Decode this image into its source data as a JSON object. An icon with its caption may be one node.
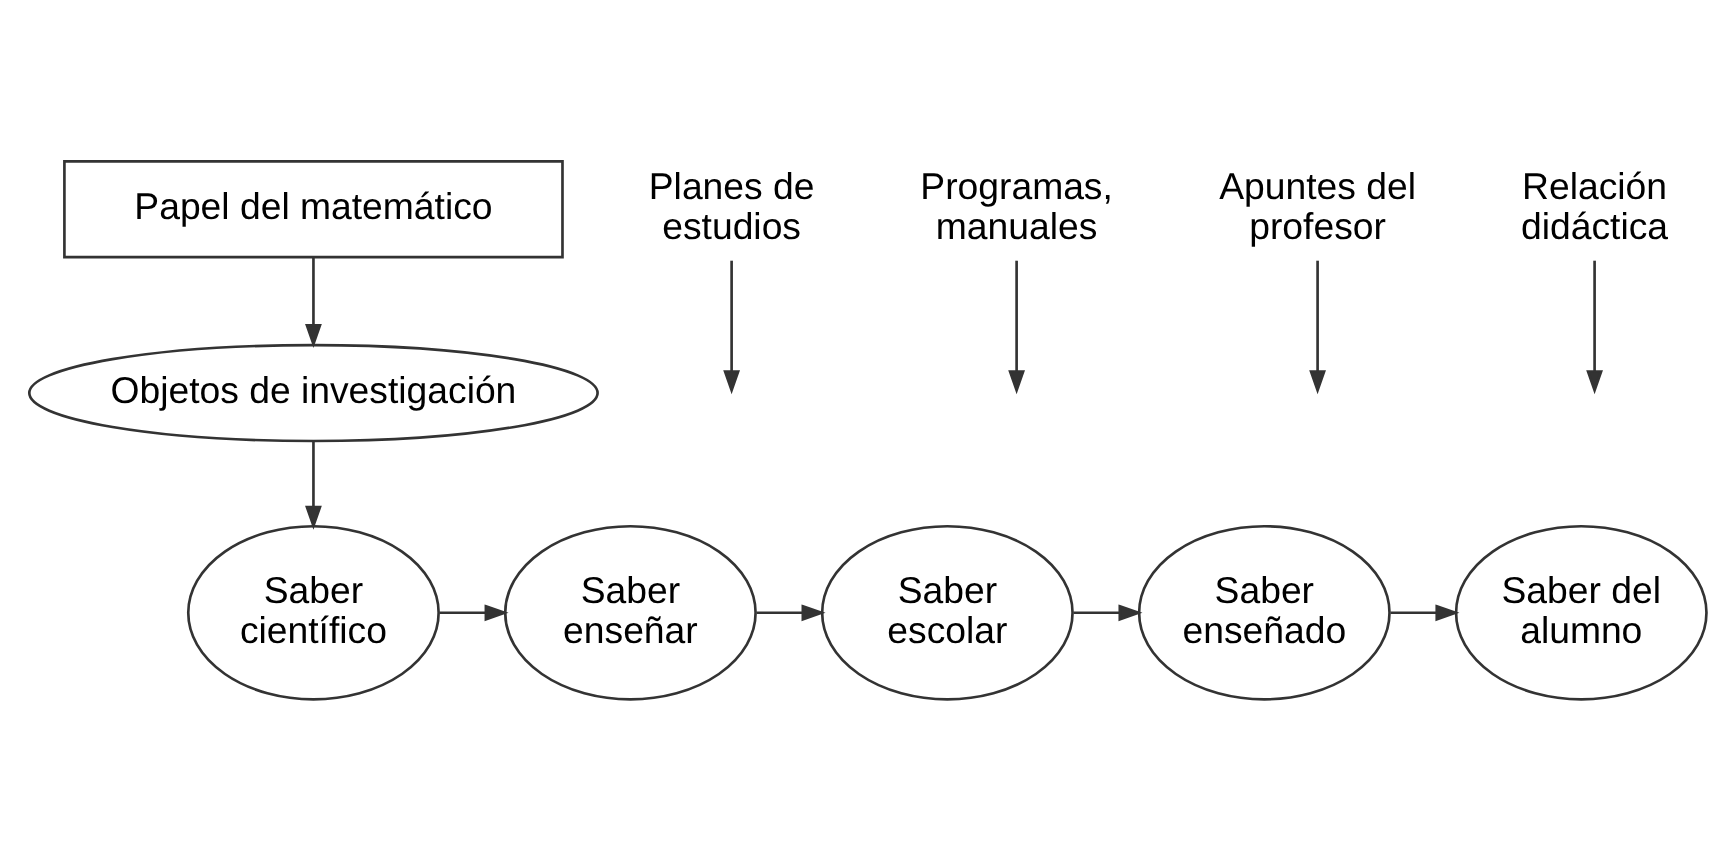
{
  "diagram": {
    "nodes": [
      {
        "text": [
          "Papel del matemático"
        ]
      },
      {
        "text": [
          "Objetos de investigación"
        ]
      },
      {
        "text": [
          "Saber científico"
        ]
      },
      {
        "text": [
          "Saber enseñar"
        ]
      },
      {
        "text": [
          "Saber escolar"
        ]
      },
      {
        "text": [
          "Saber enseñado"
        ]
      },
      {
        "text": [
          "Saber del alumno"
        ]
      },
      {
        "text": [
          "Planes de estudios"
        ]
      },
      {
        "text": [
          "Programas, manuales"
        ]
      },
      {
        "text": [
          "Apuntes del profesor"
        ]
      },
      {
        "text": [
          "Relación didáctica"
        ]
      }
    ],
    "edges": [
      {
        "from": 0,
        "to": 1,
        "arrow": "to"
      },
      {
        "from": 1,
        "to": 2,
        "arrow": "to"
      },
      {
        "from": 2,
        "to": 3,
        "arrow": "to"
      },
      {
        "from": 3,
        "to": 4,
        "arrow": "to"
      },
      {
        "from": 4,
        "to": 5,
        "arrow": "to"
      },
      {
        "from": 5,
        "to": 6,
        "arrow": "to"
      },
      {
        "from": 7,
        "to": null,
        "arrow": "to"
      },
      {
        "from": 8,
        "to": null,
        "arrow": "to"
      },
      {
        "from": 9,
        "to": null,
        "arrow": "to"
      },
      {
        "from": 10,
        "to": null,
        "arrow": "to"
      }
    ]
  }
}
